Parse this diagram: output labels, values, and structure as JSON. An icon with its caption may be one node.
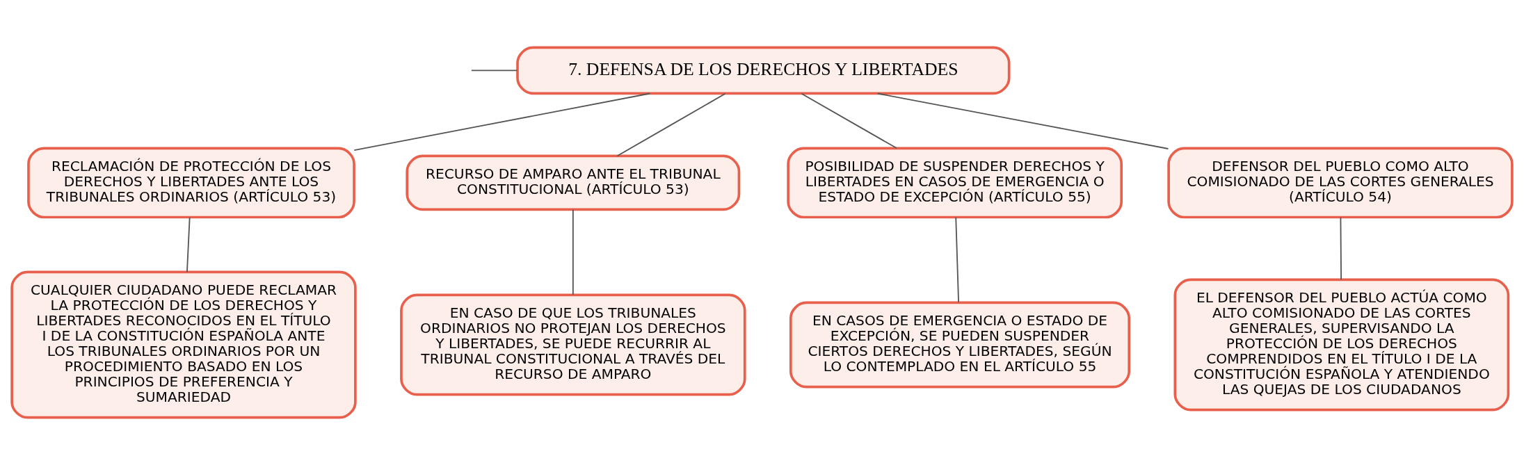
{
  "diagram": {
    "nodes": [
      {
        "text": [
          "7. DEFENSA DE LOS DERECHOS Y LIBERTADES"
        ]
      },
      {
        "text": [
          "RECLAMACIÓN DE PROTECCIÓN DE LOS DERECHOS Y LIBERTADES ANTE LOS TRIBUNALES ORDINARIOS (ARTÍCULO 53)"
        ]
      },
      {
        "text": [
          "RECURSO DE AMPARO ANTE EL TRIBUNAL CONSTITUCIONAL (ARTÍCULO 53)"
        ]
      },
      {
        "text": [
          "POSIBILIDAD DE SUSPENDER DERECHOS Y LIBERTADES EN CASOS DE EMERGENCIA O ESTADO DE EXCEPCIÓN (ARTÍCULO 55)"
        ]
      },
      {
        "text": [
          "DEFENSOR DEL PUEBLO COMO ALTO COMISIONADO DE LAS CORTES GENERALES (ARTÍCULO 54)"
        ]
      },
      {
        "text": [
          "CUALQUIER CIUDADANO PUEDE RECLAMAR LA PROTECCIÓN DE LOS DERECHOS Y LIBERTADES RECONOCIDOS EN EL TÍTULO I DE LA CONSTITUCIÓN ESPAÑOLA ANTE LOS TRIBUNALES ORDINARIOS POR UN PROCEDIMIENTO BASADO EN LOS PRINCIPIOS DE PREFERENCIA Y SUMARIEDAD"
        ]
      },
      {
        "text": [
          "EN CASO DE QUE LOS TRIBUNALES ORDINARIOS NO PROTEJAN LOS DERECHOS Y LIBERTADES, SE PUEDE RECURRIR AL TRIBUNAL CONSTITUCIONAL A TRAVÉS DEL RECURSO DE AMPARO"
        ]
      },
      {
        "text": [
          "EN CASOS DE EMERGENCIA O ESTADO DE EXCEPCIÓN, SE PUEDEN SUSPENDER CIERTOS DERECHOS Y LIBERTADES, SEGÚN LO CONTEMPLADO EN EL ARTÍCULO 55"
        ]
      },
      {
        "text": [
          "EL DEFENSOR DEL PUEBLO ACTÚA COMO ALTO COMISIONADO DE LAS CORTES GENERALES, SUPERVISANDO LA PROTECCIÓN DE LOS DERECHOS COMPRENDIDOS EN EL TÍTULO I DE LA CONSTITUCIÓN ESPAÑOLA Y ATENDIENDO LAS QUEJAS DE LOS CIUDADANOS"
        ]
      }
    ],
    "edges": [
      {
        "from": null,
        "to": 0,
        "arrow": "none"
      },
      {
        "from": 0,
        "to": 1,
        "arrow": "none"
      },
      {
        "from": 0,
        "to": 2,
        "arrow": "none"
      },
      {
        "from": 0,
        "to": 3,
        "arrow": "none"
      },
      {
        "from": 0,
        "to": 4,
        "arrow": "none"
      },
      {
        "from": 1,
        "to": 5,
        "arrow": "none"
      },
      {
        "from": 2,
        "to": 6,
        "arrow": "none"
      },
      {
        "from": 3,
        "to": 7,
        "arrow": "none"
      },
      {
        "from": 4,
        "to": 8,
        "arrow": "none"
      }
    ]
  }
}
